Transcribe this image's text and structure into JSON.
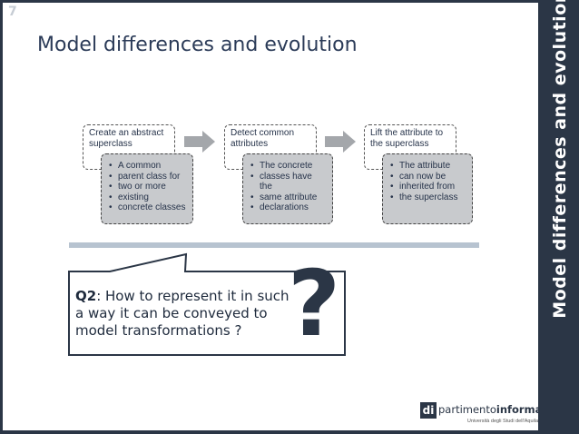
{
  "slide": {
    "number": "7",
    "title": "Model differences and evolution",
    "side_title": "Model differences and evolution"
  },
  "steps": [
    {
      "title": "Create an abstract superclass",
      "detail": [
        "A common",
        "parent class for",
        "two or more",
        "existing",
        "concrete classes"
      ]
    },
    {
      "title": "Detect common attributes",
      "detail": [
        "The concrete",
        "classes have the",
        "same attribute",
        "declarations"
      ]
    },
    {
      "title": "Lift the attribute to the superclass",
      "detail": [
        "The attribute",
        "can now be",
        "inherited from",
        "the superclass"
      ]
    }
  ],
  "question": {
    "label": "Q2",
    "text": ": How to represent it in such a way it can be conveyed to model transformations ?",
    "mark": "?"
  },
  "logo": {
    "mark": "di",
    "prefix": "partimento",
    "bold": "informatica",
    "subtitle": "Università degli Studi dell'Aquila"
  },
  "colors": {
    "dark": "#2b3646",
    "divider": "#b7c3d0",
    "detail_fill": "#c8cacd",
    "arrow": "#a4a7ab"
  }
}
